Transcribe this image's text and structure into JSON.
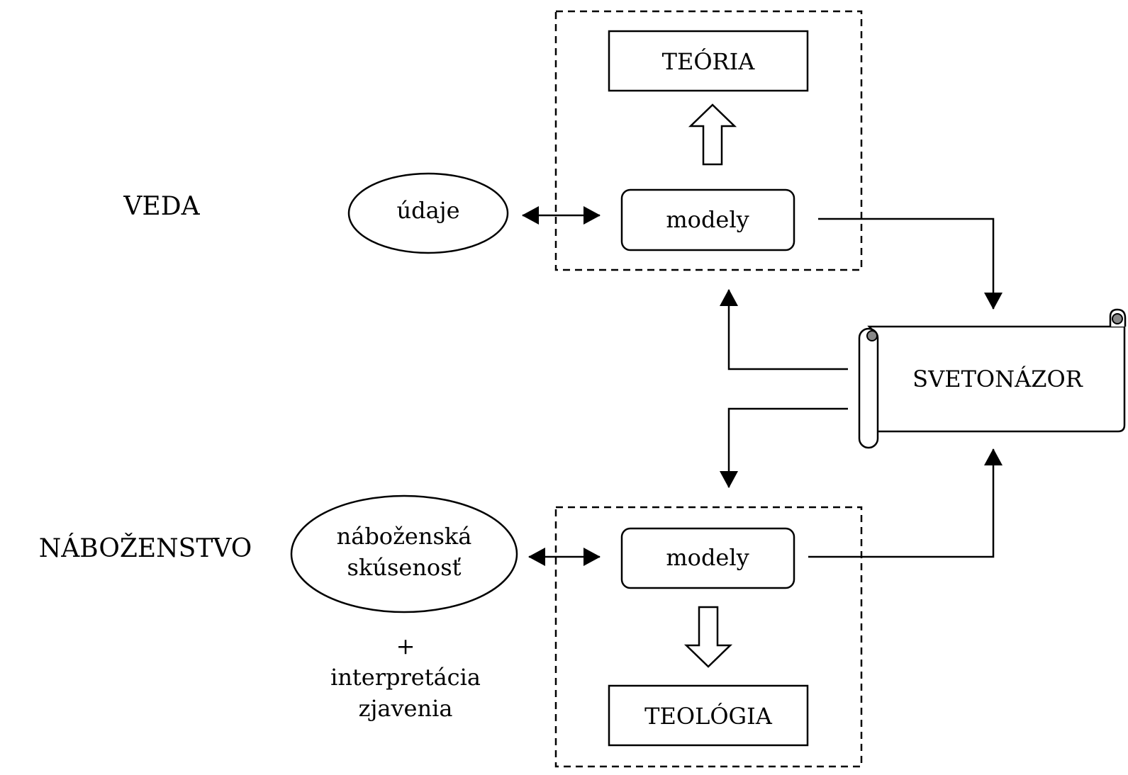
{
  "colors": {
    "stroke": "#000000",
    "background": "#ffffff",
    "text": "#000000"
  },
  "rows": {
    "science": {
      "label": "VEDA"
    },
    "religion": {
      "label": "NÁBOŽENSTVO"
    }
  },
  "science": {
    "data_ellipse": "údaje",
    "models": "modely",
    "theory": "TEÓRIA"
  },
  "religion": {
    "experience_line1": "náboženská",
    "experience_line2": "skúsenosť",
    "plus": "+",
    "interpretation_line1": "interpretácia",
    "interpretation_line2": "zjavenia",
    "models": "modely",
    "theology": "TEOLÓGIA"
  },
  "worldview": {
    "label": "SVETONÁZOR"
  }
}
